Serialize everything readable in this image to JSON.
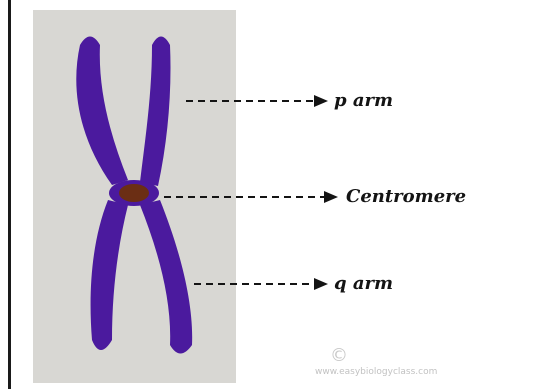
{
  "labels": {
    "p_arm": "p arm",
    "centromere": "Centromere",
    "q_arm": "q arm"
  },
  "watermark": {
    "copyright_symbol": "©",
    "site_text": "www.easybiologyclass.com"
  },
  "colors": {
    "chromosome": "#4b1a9e",
    "centromere": "#6b2e14",
    "panel": "#d8d7d3",
    "arrow": "#141414"
  }
}
